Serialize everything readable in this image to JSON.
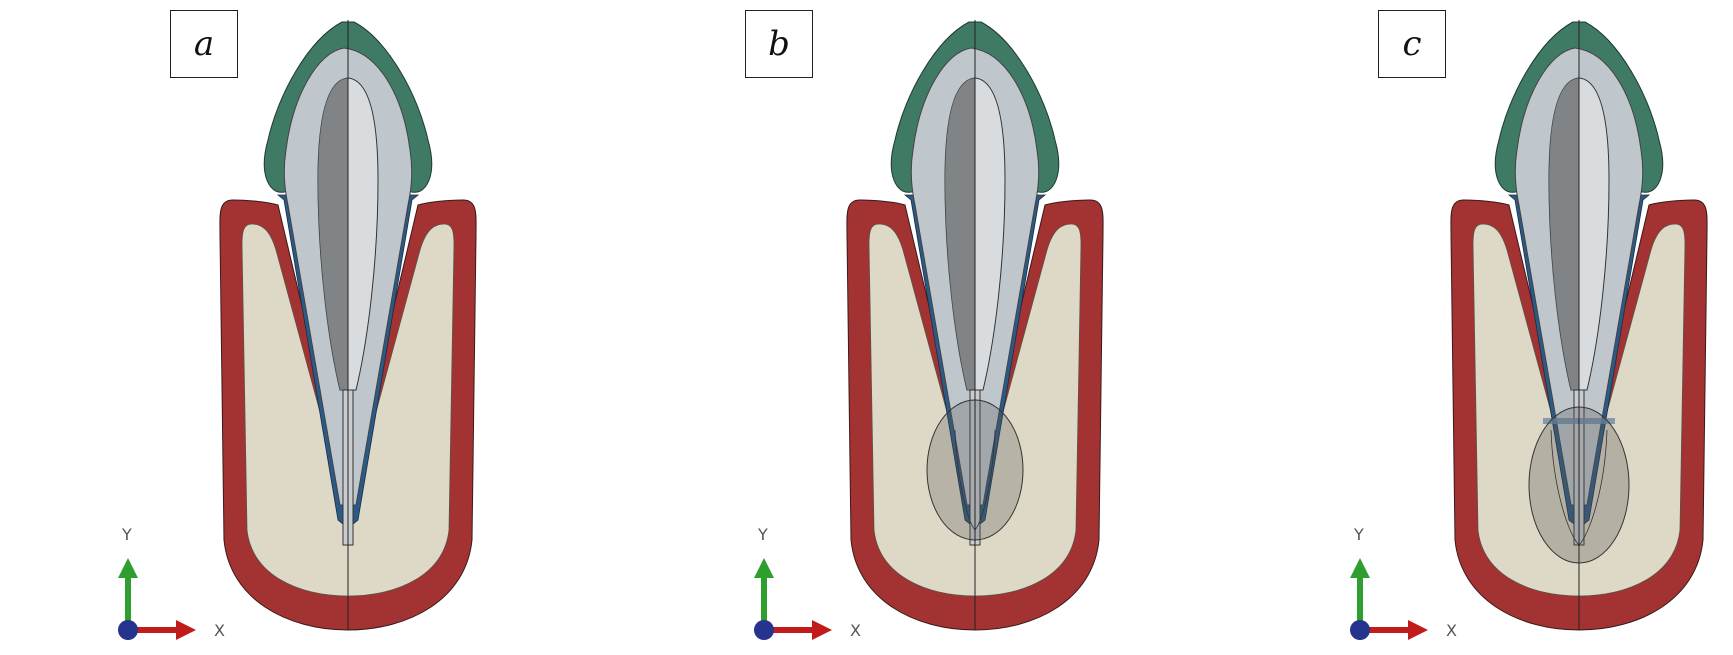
{
  "panels": [
    {
      "id": "a",
      "label": "a",
      "lesion": "none"
    },
    {
      "id": "b",
      "label": "b",
      "lesion": "ellipse"
    },
    {
      "id": "c",
      "label": "c",
      "lesion": "large"
    }
  ],
  "axes": {
    "y_label": "Y",
    "x_label": "X"
  },
  "colors": {
    "crown_enamel": "#3e7a64",
    "dentin": "#bfc7cc",
    "pulp_dark": "#707478",
    "pulp_light": "#d9dcdf",
    "bone_cortical": "#a33232",
    "bone_trabecular": "#ddd9c6",
    "ligament": "#2c5a86",
    "axis_y": "#2f9e2f",
    "axis_x": "#c11b1b",
    "axis_origin": "#26338f"
  }
}
